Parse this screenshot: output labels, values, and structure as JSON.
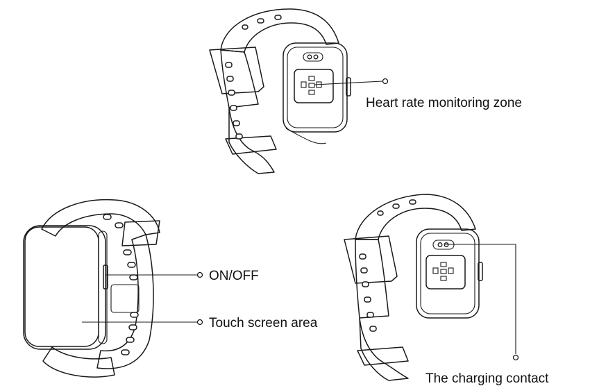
{
  "labels": {
    "heart_rate": "Heart rate monitoring zone",
    "on_off": "ON/OFF",
    "touch_screen": "Touch screen area",
    "charging": "The charging contact"
  },
  "colors": {
    "line": "#1a1a1a",
    "background": "#ffffff"
  }
}
